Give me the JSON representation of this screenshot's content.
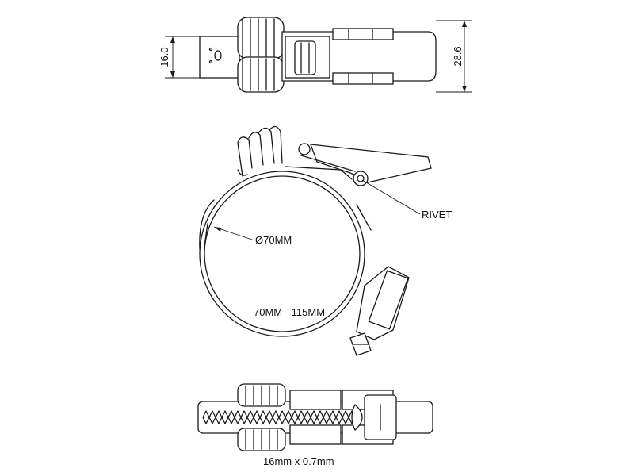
{
  "dimensions": {
    "band_height": "16.0",
    "overall_height": "28.6",
    "diameter": "70MM",
    "diameter_symbol": "Ø",
    "clamp_range": "70MM - 115MM",
    "band_size": "16mm x 0.7mm"
  },
  "callouts": {
    "rivet": "RIVET"
  }
}
